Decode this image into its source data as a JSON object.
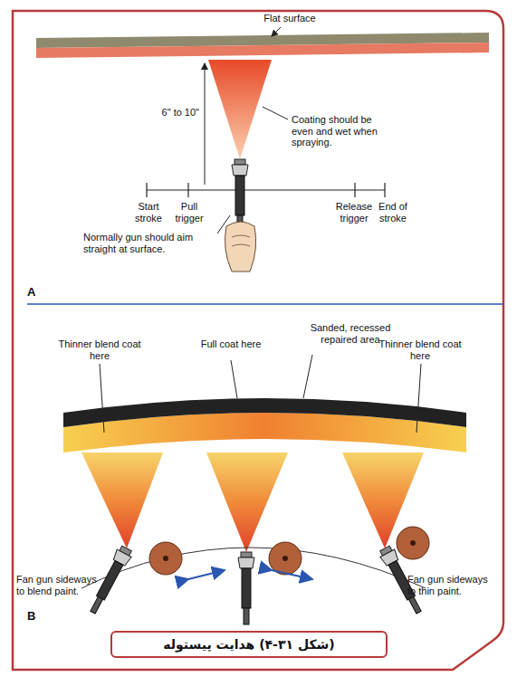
{
  "diagram": {
    "caption": "(شکل ۳۱-۴) هدایت پیستوله",
    "labels": [
      "Flat surface",
      "6\" to 10\"",
      "Coating should be even and wet when spraying.",
      "Start stroke",
      "Pull trigger",
      "Release trigger",
      "End of stroke",
      "Normally gun should aim straight at surface.",
      "A",
      "Sanded, recessed repaired area",
      "Full coat here",
      "Thinner blend coat here",
      "Thinner blend coat here",
      "Fan gun sideways to blend paint.",
      "Fan gun sideways to thin paint.",
      "B"
    ]
  }
}
